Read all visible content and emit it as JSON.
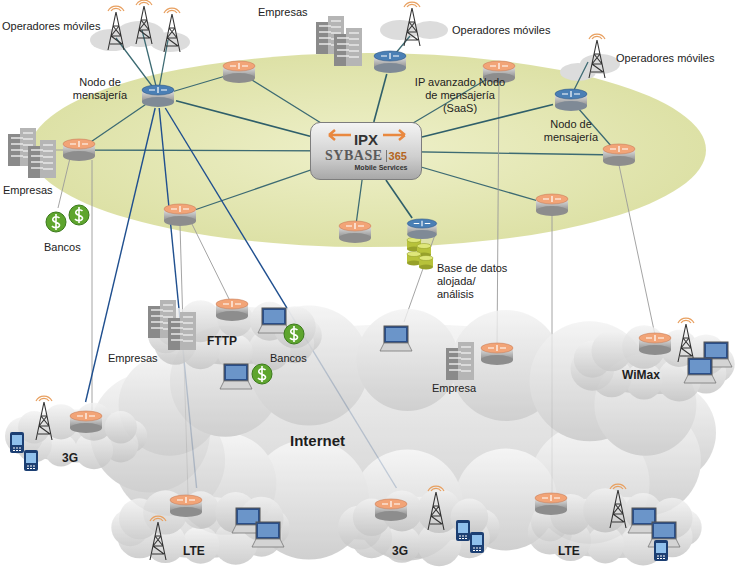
{
  "diagram": {
    "nodes": [
      {
        "text": [
          "IPX",
          "SYBASE",
          "365",
          "Mobile Services"
        ]
      },
      {
        "text": [
          "Nodo de mensajería"
        ]
      },
      {
        "text": [
          "IP avanzado Nodo de mensajería (SaaS)"
        ]
      },
      {
        "text": [
          "Nodo de mensajería"
        ]
      },
      {
        "text": [
          "Base de datos alojada/ análisis"
        ]
      },
      {
        "text": [
          "Internet"
        ]
      },
      {
        "text": [
          "FTTP"
        ]
      },
      {
        "text": [
          "WiMax"
        ]
      },
      {
        "text": [
          "3G"
        ]
      },
      {
        "text": [
          "LTE"
        ]
      },
      {
        "text": [
          "3G"
        ]
      },
      {
        "text": [
          "LTE"
        ]
      }
    ],
    "edges": [
      {
        "from": 0,
        "to": 1,
        "arrow": "none"
      },
      {
        "from": 0,
        "to": 2,
        "arrow": "none"
      },
      {
        "from": 0,
        "to": 3,
        "arrow": "none"
      },
      {
        "from": 0,
        "to": 4,
        "arrow": "none"
      },
      {
        "from": 1,
        "to": 8,
        "arrow": "none"
      },
      {
        "from": 1,
        "to": 9,
        "arrow": "none"
      },
      {
        "from": 1,
        "to": 10,
        "arrow": "none"
      }
    ],
    "labels": [
      "Operadores móviles",
      "Operadores móviles",
      "Operadores móviles",
      "Empresas",
      "Empresas",
      "Bancos",
      "Empresas",
      "Bancos",
      "Empresa"
    ]
  }
}
